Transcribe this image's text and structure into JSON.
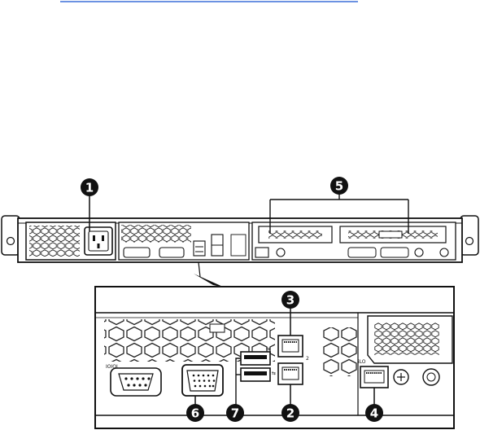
{
  "header": {
    "link_rule_color": "#3b6fd8"
  },
  "callouts": [
    {
      "number": "1",
      "target": "power-supply-ac-inlet"
    },
    {
      "number": "2",
      "target": "nic-connector-1"
    },
    {
      "number": "3",
      "target": "nic-connector-2"
    },
    {
      "number": "4",
      "target": "ilo-management-connector"
    },
    {
      "number": "5",
      "target": "pci-expansion-slots"
    },
    {
      "number": "6",
      "target": "video-connector"
    },
    {
      "number": "7",
      "target": "usb-connectors"
    }
  ],
  "port_labels": {
    "serial": "IOIOI",
    "nic2": "2",
    "ilo": "iLO"
  },
  "colors": {
    "callout_fill": "#111111",
    "line": "#111111",
    "panel": "#ffffff"
  }
}
